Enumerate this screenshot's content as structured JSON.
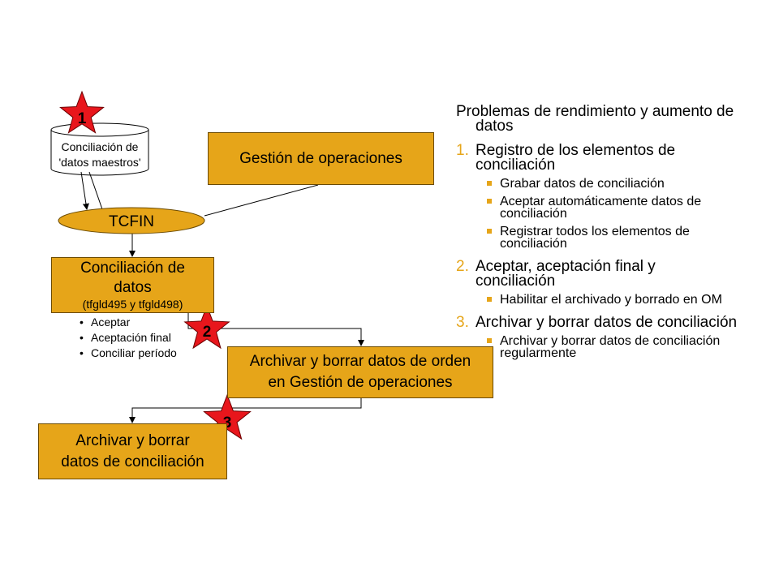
{
  "diagram": {
    "stars": [
      "1",
      "2",
      "3"
    ],
    "cylinder_label": [
      "Conciliación de",
      "'datos maestros'"
    ],
    "gestion_box": "Gestión de operaciones",
    "tcfin": "TCFIN",
    "conciliacion_box": {
      "line1": "Conciliación de",
      "line2": "datos",
      "line3": "(tfgld495 y tfgld498)"
    },
    "actions": [
      "Aceptar",
      "Aceptación final",
      "Conciliar período"
    ],
    "archivar_orden_box": [
      "Archivar y borrar datos de orden",
      "en Gestión de operaciones"
    ],
    "archivar_conc_box": [
      "Archivar y borrar",
      "datos de conciliación"
    ]
  },
  "panel": {
    "heading_line1": "Problemas de rendimiento y aumento de",
    "heading_line2": "datos",
    "items": [
      {
        "num": "1.",
        "line1": "Registro de los elementos de",
        "line2": "conciliación",
        "subs": [
          [
            "Grabar datos de conciliación"
          ],
          [
            "Aceptar automáticamente datos de",
            "conciliación"
          ],
          [
            "Registrar todos los elementos de",
            "conciliación"
          ]
        ]
      },
      {
        "num": "2.",
        "line1": "Aceptar, aceptación final y",
        "line2": "conciliación",
        "subs": [
          [
            "Habilitar el archivado y borrado en OM"
          ]
        ]
      },
      {
        "num": "3.",
        "line1": "Archivar y borrar datos de conciliación",
        "line2": "",
        "subs": [
          [
            "Archivar y borrar datos de conciliación",
            "regularmente"
          ]
        ]
      }
    ]
  },
  "colors": {
    "box_fill": "#E6A519",
    "star_fill": "#E8161C",
    "number_accent": "#E6A519"
  }
}
